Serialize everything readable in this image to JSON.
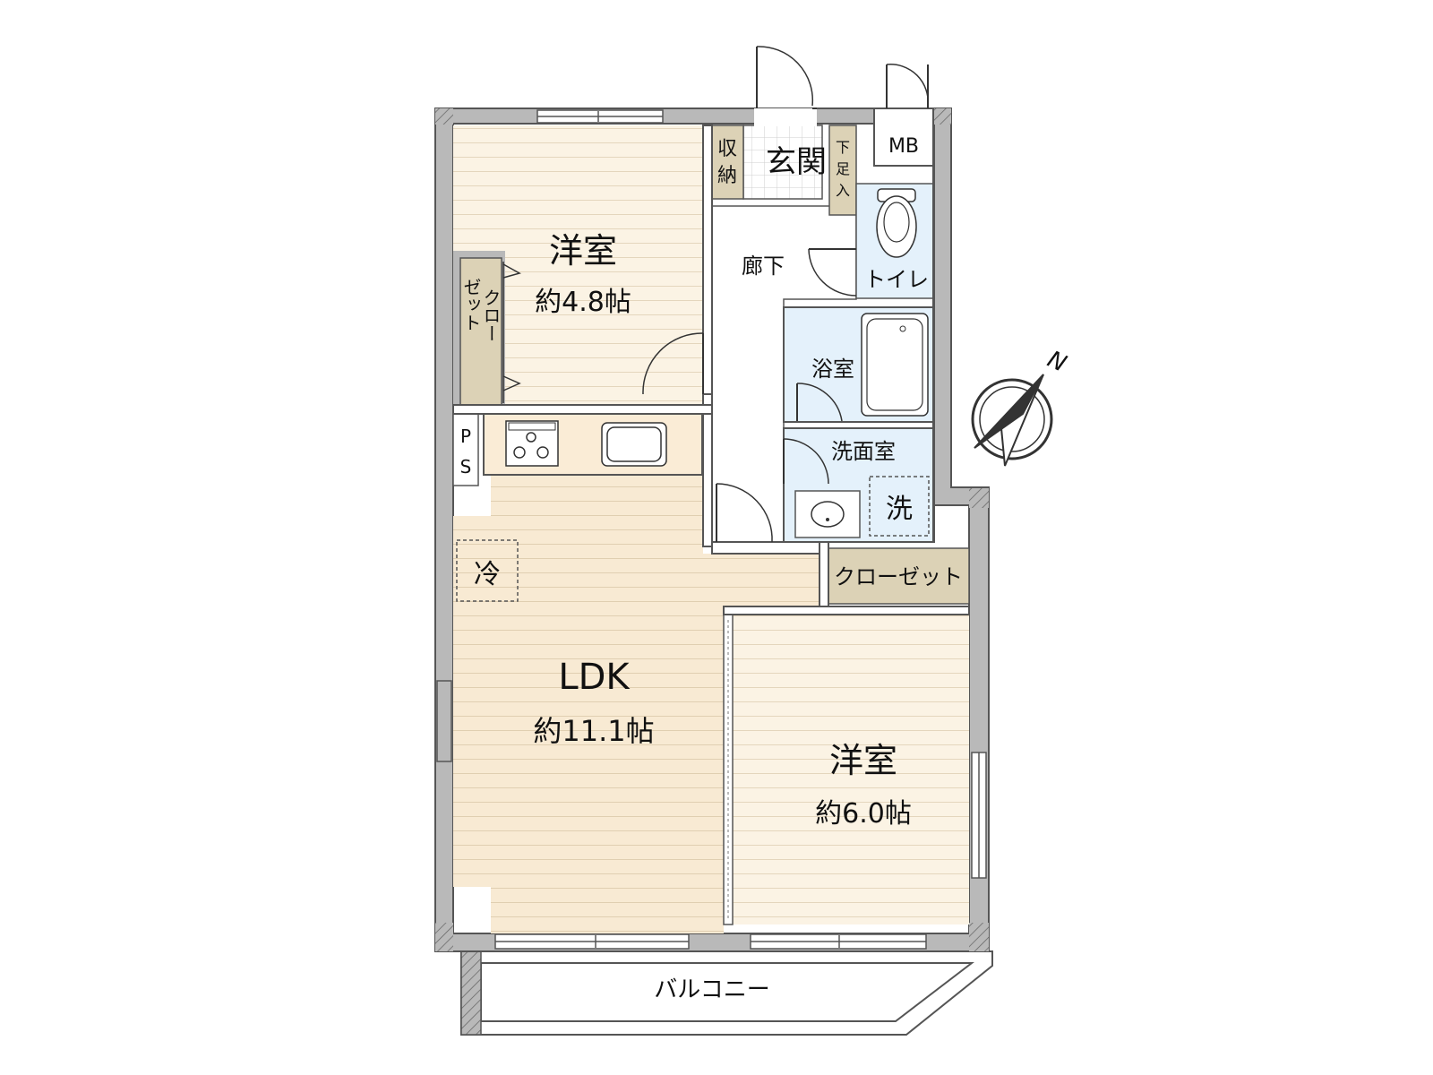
{
  "rooms": {
    "western1": {
      "name": "洋室",
      "size": "約4.8帖"
    },
    "western2": {
      "name": "洋室",
      "size": "約6.0帖"
    },
    "ldk": {
      "name": "LDK",
      "size": "約11.1帖"
    }
  },
  "labels": {
    "entrance": "玄関",
    "storage_top": "収",
    "storage_bottom": "納",
    "shoe_1": "下",
    "shoe_2": "足",
    "shoe_3": "入",
    "mb": "MB",
    "corridor": "廊下",
    "toilet": "トイレ",
    "bath": "浴室",
    "washroom": "洗面室",
    "washer": "洗",
    "closet_right": "クローゼット",
    "closet_left_col1": "クロー",
    "closet_left_col2": "ゼット",
    "ps_p": "P",
    "ps_s": "S",
    "fridge": "冷",
    "balcony": "バルコニー",
    "north": "N"
  },
  "colors": {
    "wall": "#b9b9b9",
    "wall_stroke": "#555555",
    "floor_wood": "#fbf3e4",
    "floor_ldk": "#f8ead3",
    "floor_line": "#e2d2b6",
    "wet_area": "#e4f1fb",
    "closet": "#dcd2b6",
    "kitchen": "#faecd6"
  }
}
